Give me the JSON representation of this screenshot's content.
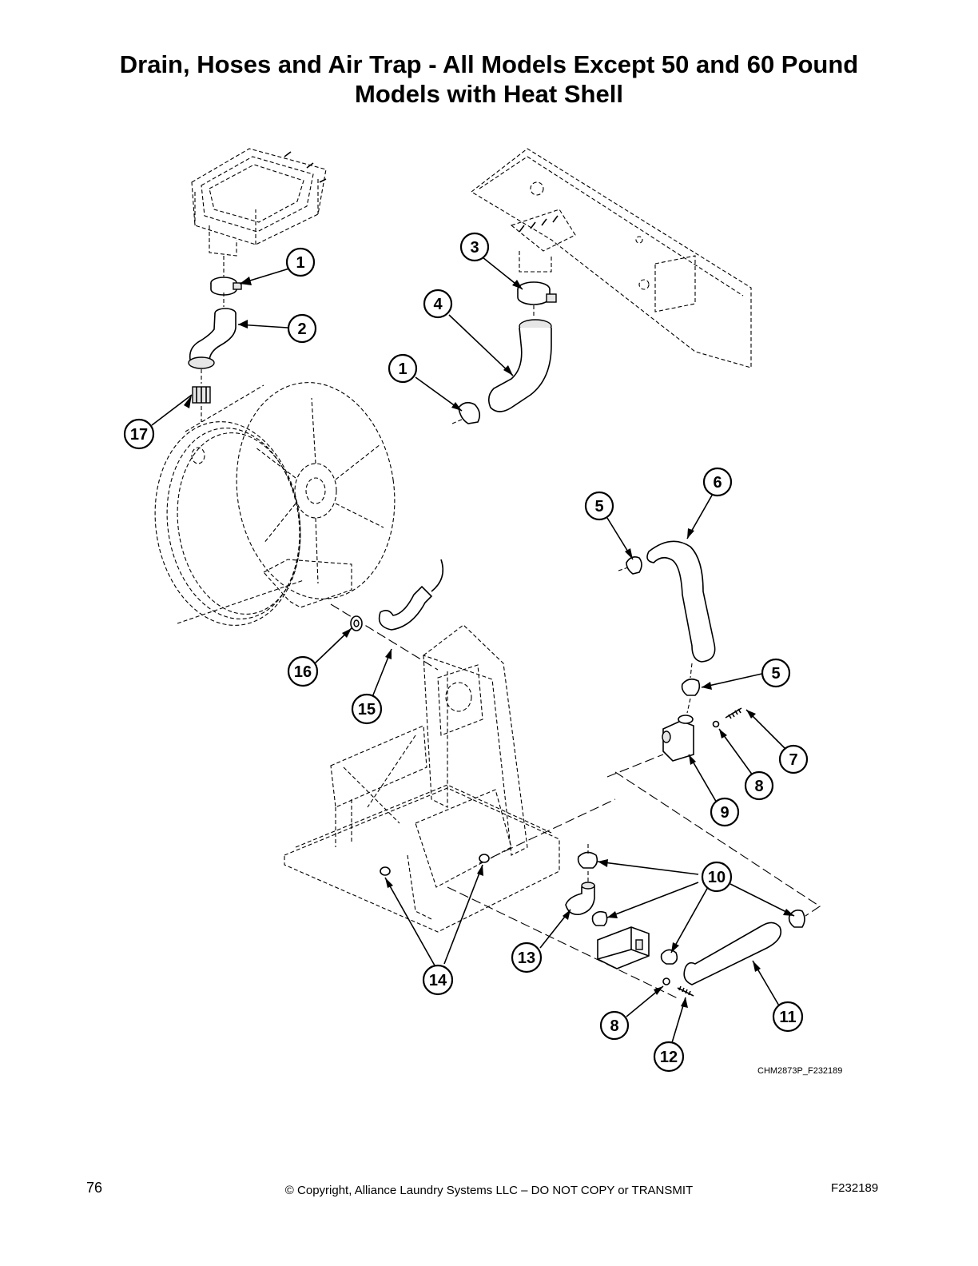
{
  "title": {
    "line1": "Drain, Hoses and Air Trap - All Models Except 50 and 60 Pound",
    "line2": "Models with Heat Shell"
  },
  "callouts": {
    "c1a": "1",
    "c2": "2",
    "c17": "17",
    "c3": "3",
    "c4": "4",
    "c1b": "1",
    "c5a": "5",
    "c6": "6",
    "c5b": "5",
    "c7": "7",
    "c8a": "8",
    "c9": "9",
    "c16": "16",
    "c15": "15",
    "c10": "10",
    "c13": "13",
    "c14": "14",
    "c11": "11",
    "c8b": "8",
    "c12": "12"
  },
  "figure_ref": "CHM2873P_F232189",
  "footer": {
    "page_number": "76",
    "copyright": "© Copyright, Alliance Laundry Systems LLC – DO NOT COPY or TRANSMIT",
    "doc_id": "F232189"
  }
}
